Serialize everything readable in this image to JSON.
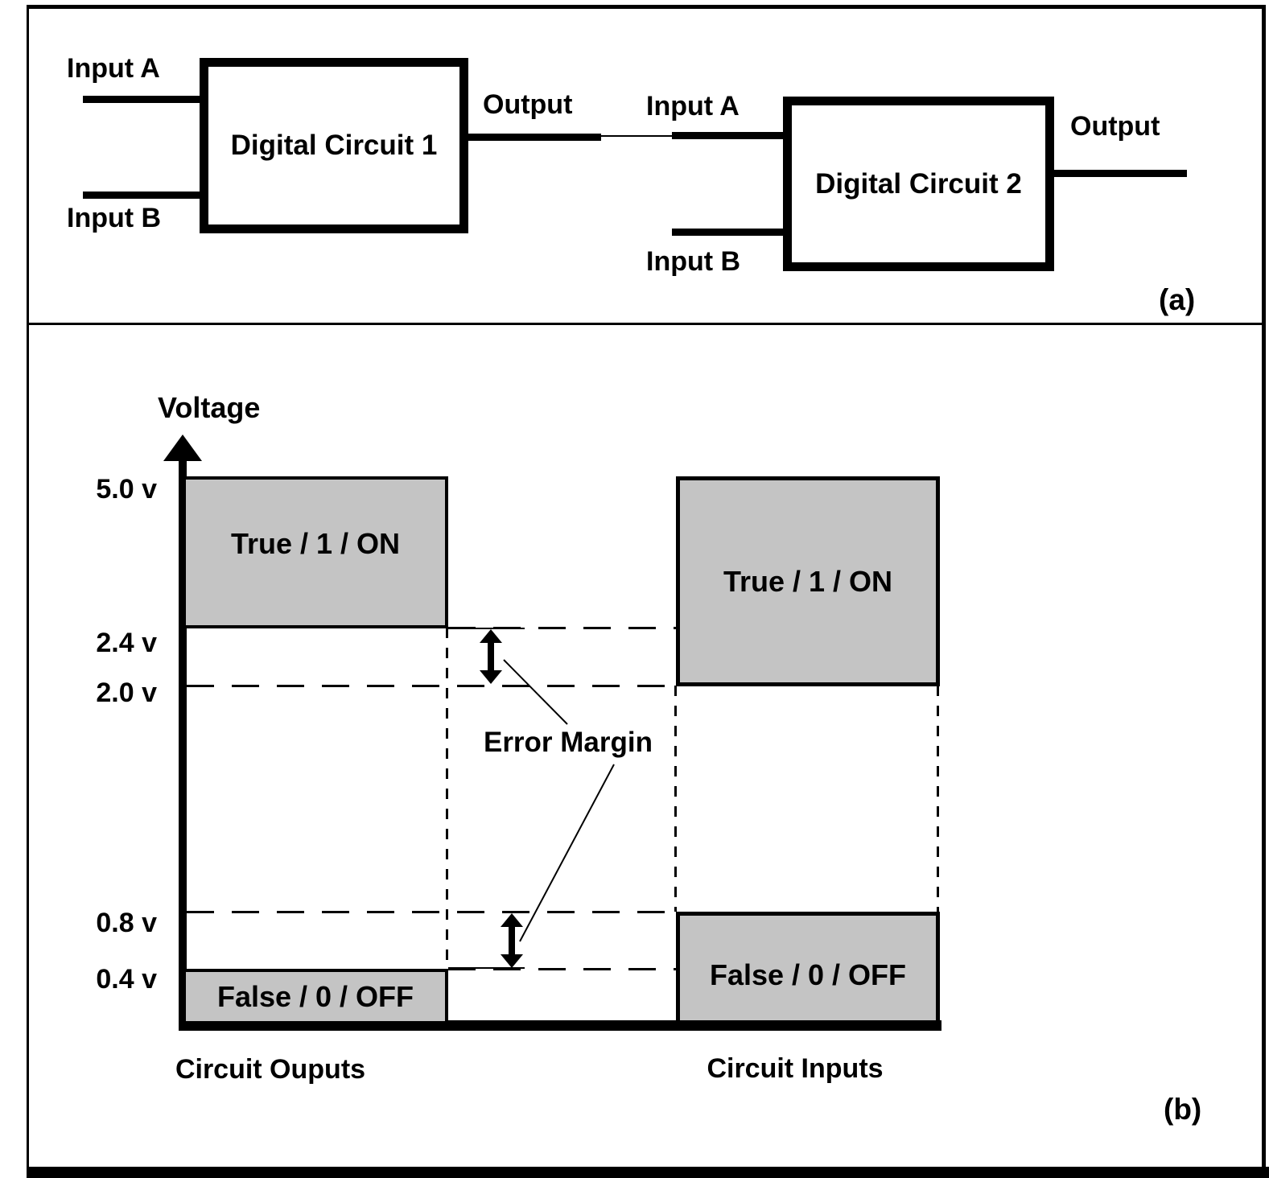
{
  "figure": {
    "part_a": {
      "tag": "(a)",
      "circuit1": {
        "title": "Digital Circuit 1",
        "input_a_label": "Input A",
        "input_b_label": "Input B",
        "output_label": "Output"
      },
      "circuit2": {
        "title": "Digital Circuit 2",
        "input_a_label": "Input A",
        "input_b_label": "Input B",
        "output_label": "Output"
      }
    },
    "part_b": {
      "tag": "(b)",
      "axis_label": "Voltage",
      "ticks": [
        "5.0 v",
        "2.4 v",
        "2.0 v",
        "0.8 v",
        "0.4 v"
      ],
      "error_margin_label": "Error Margin",
      "outputs_column": {
        "label": "Circuit Ouputs",
        "true_region_label": "True / 1 / ON",
        "false_region_label": "False / 0 / OFF",
        "true_range_volts": [
          2.4,
          5.0
        ],
        "false_range_volts": [
          0,
          0.4
        ]
      },
      "inputs_column": {
        "label": "Circuit Inputs",
        "true_region_label": "True / 1 / ON",
        "false_region_label": "False / 0 / OFF",
        "true_range_volts": [
          2.0,
          5.0
        ],
        "false_range_volts": [
          0,
          0.8
        ]
      },
      "colors": {
        "region_fill": "#c4c4c4",
        "line": "#000000"
      }
    }
  }
}
